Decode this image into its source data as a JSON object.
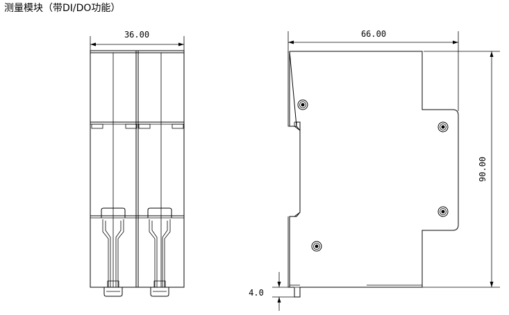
{
  "title": "测量模块（带DI/DO功能）",
  "dimensions": {
    "front_width": "36.00",
    "side_width": "66.00",
    "side_height": "90.00",
    "rail_offset": "4.0"
  }
}
